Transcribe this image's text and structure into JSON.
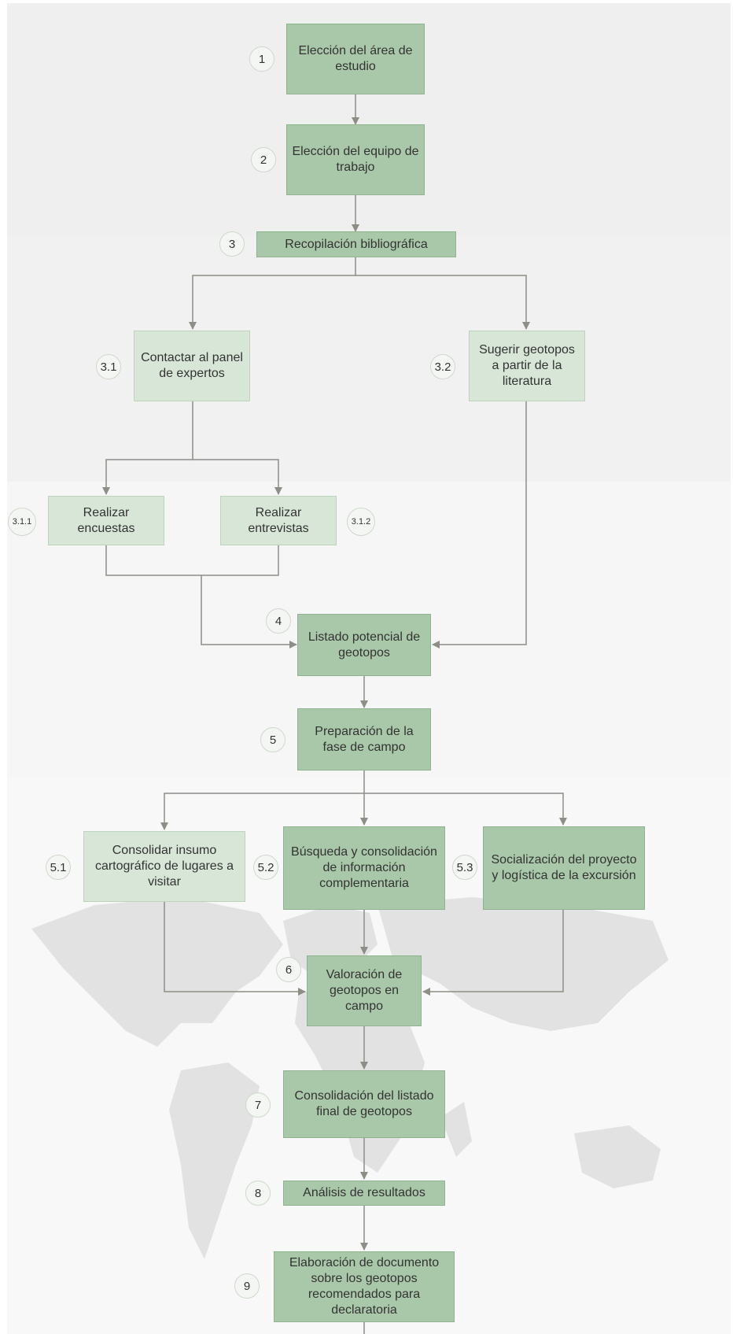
{
  "colors": {
    "box_dark": "#a9c8a9",
    "box_light": "#d7e6d7",
    "connector": "#8e8e86",
    "badge_fill": "#f4f6f3"
  },
  "steps": {
    "s1": {
      "num": "1",
      "label": "Elección del área de estudio"
    },
    "s2": {
      "num": "2",
      "label": "Elección del equipo de trabajo"
    },
    "s3": {
      "num": "3",
      "label": "Recopilación bibliográfica"
    },
    "s31": {
      "num": "3.1",
      "label": "Contactar al panel de expertos"
    },
    "s32": {
      "num": "3.2",
      "label": "Sugerir geotopos a partir de la literatura"
    },
    "s311": {
      "num": "3.1.1",
      "label": "Realizar encuestas"
    },
    "s312": {
      "num": "3.1.2",
      "label": "Realizar entrevistas"
    },
    "s4": {
      "num": "4",
      "label": "Listado potencial de geotopos"
    },
    "s5": {
      "num": "5",
      "label": "Preparación de la fase de campo"
    },
    "s51": {
      "num": "5.1",
      "label": "Consolidar insumo cartográfico de lugares a visitar"
    },
    "s52": {
      "num": "5.2",
      "label": "Búsqueda y consolidación de información complementaria"
    },
    "s53": {
      "num": "5.3",
      "label": "Socialización del proyecto y logística de la excursión"
    },
    "s6": {
      "num": "6",
      "label": "Valoración de geotopos en campo"
    },
    "s7": {
      "num": "7",
      "label": "Consolidación del listado final de geotopos"
    },
    "s8": {
      "num": "8",
      "label": "Análisis de resultados"
    },
    "s9": {
      "num": "9",
      "label": "Elaboración de documento sobre los geotopos recomendados para declaratoria"
    }
  }
}
